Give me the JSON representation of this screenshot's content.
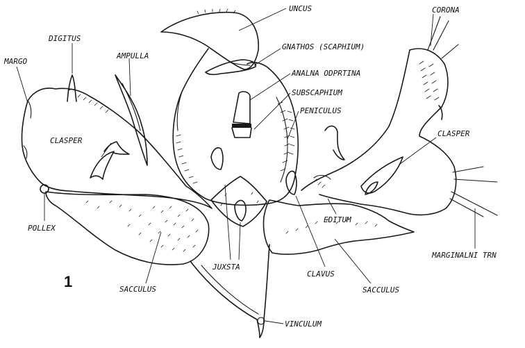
{
  "figure_number": "1",
  "labels": {
    "uncus": "UNCUS",
    "corona": "CORONA",
    "digitus": "DIGITUS",
    "margo": "MARGO",
    "ampulla": "AMPULLA",
    "gnathos": "GNATHOS (SCAPHIUM)",
    "analna_odprtina": "ANALNA ODPRTINA",
    "subscaphium": "SUBSCAPHIUM",
    "peniculus": "PENICULUS",
    "clasper_left": "CLASPER",
    "clasper_right": "CLASPER",
    "pollex": "POLLEX",
    "editum": "EDITUM",
    "marginalni_trn": "MARGINALNI TRN",
    "sacculus_left": "SACCULUS",
    "juxsta": "JUXSTA",
    "clavus": "CLAVUS",
    "sacculus_right": "SACCULUS",
    "vinculum": "VINCULUM"
  }
}
